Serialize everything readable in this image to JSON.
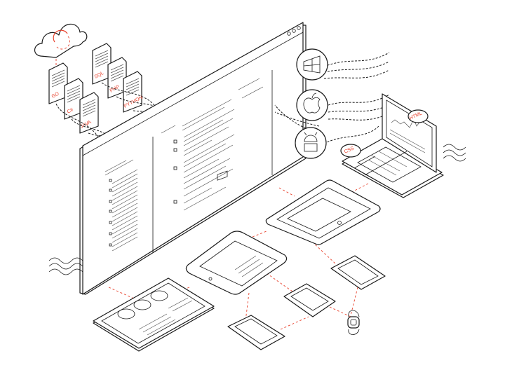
{
  "illustration": {
    "languages": [
      "GO",
      "C#",
      "JAVA",
      "SQL",
      "PHP",
      "PYTHON"
    ],
    "platforms": [
      "windows-icon",
      "apple-icon",
      "android-icon"
    ],
    "laptop_badges": [
      "CSS",
      "HTML"
    ],
    "accent_color": "#e8412c",
    "line_color": "#1a1a1a"
  }
}
